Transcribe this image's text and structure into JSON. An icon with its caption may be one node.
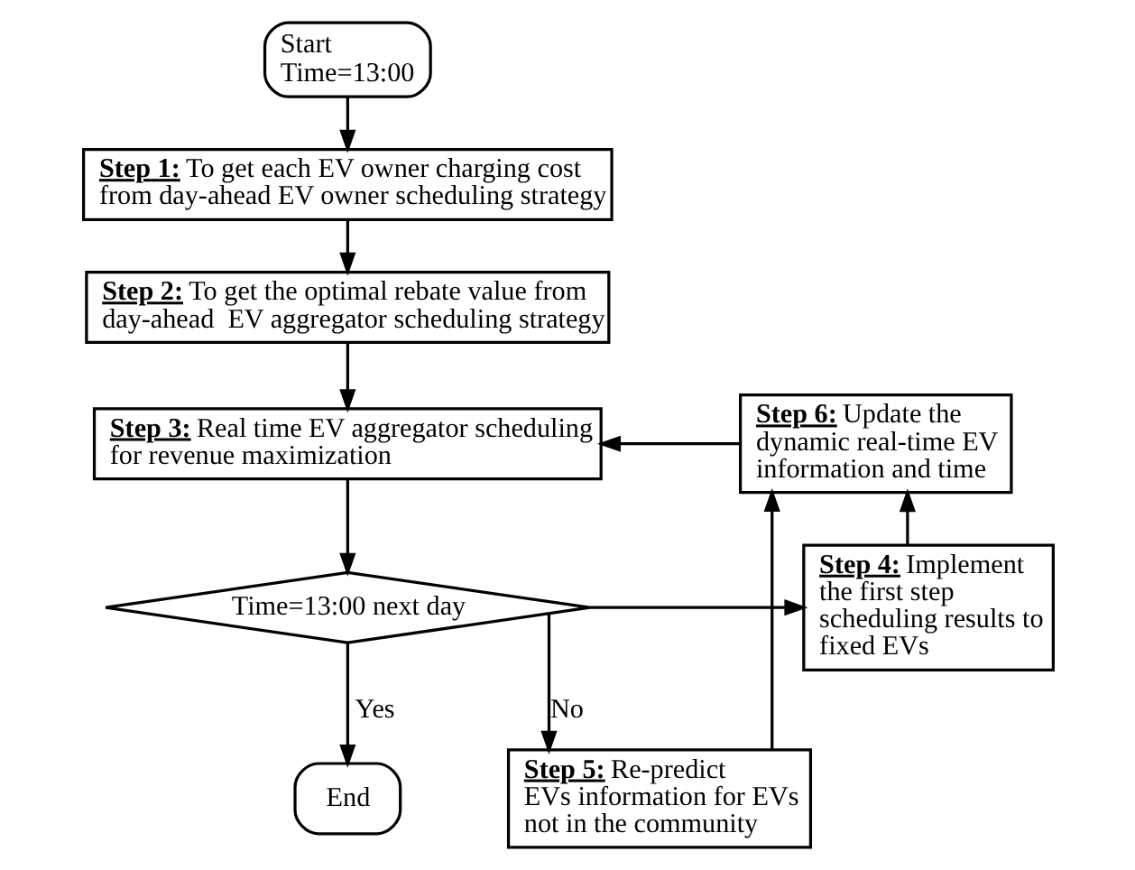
{
  "diagram": {
    "nodes": [
      {
        "text": [
          "Start Time=13:00"
        ]
      },
      {
        "text": [
          "**Step 1:** To get each EV owner charging cost from day-ahead EV owner scheduling strategy"
        ]
      },
      {
        "text": [
          "**Step 2:** To get the optimal rebate value from day-ahead  EV aggregator scheduling strategy"
        ]
      },
      {
        "text": [
          "**Step 3:** Real time EV aggregator scheduling for revenue maximization"
        ]
      },
      {
        "text": [
          "**Step 6:** Update the dynamic real-time EV information and time"
        ]
      },
      {
        "text": [
          "Time=13:00 next day"
        ]
      },
      {
        "text": [
          "**Step 4:** Implement the first step scheduling results to fixed EVs"
        ]
      },
      {
        "text": [
          "**Step 5:** Re-predict EVs information for EVs not in the community"
        ]
      },
      {
        "text": [
          "End"
        ]
      }
    ],
    "edges": [
      {
        "from": 0,
        "to": 1,
        "arrow": "to"
      },
      {
        "from": 1,
        "to": 2,
        "arrow": "to"
      },
      {
        "from": 2,
        "to": 3,
        "arrow": "to"
      },
      {
        "from": 4,
        "to": 3,
        "arrow": "to"
      },
      {
        "from": 3,
        "to": 5,
        "arrow": "to"
      },
      {
        "from": 5,
        "to": 6,
        "arrow": "to"
      },
      {
        "from": 5,
        "to": 7,
        "label": "No",
        "arrow": "to"
      },
      {
        "from": 5,
        "to": 8,
        "label": "Yes",
        "arrow": "to"
      },
      {
        "from": 6,
        "to": 4,
        "arrow": "to"
      },
      {
        "from": 7,
        "to": 4,
        "arrow": "to"
      }
    ]
  }
}
